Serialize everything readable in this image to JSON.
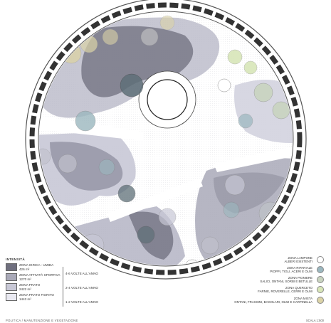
{
  "legend": {
    "title": "INTENSITÀ",
    "zones": [
      {
        "name": "ZONA IGRICA - UMIDA",
        "area": "426 m²",
        "color": "#6f6f7e"
      },
      {
        "name": "ZONA ATTIVITÀ SPORTIVA",
        "area": "1270 m²",
        "color": "#a9a9b8"
      },
      {
        "name": "ZONA PRATO",
        "area": "2422 m²",
        "color": "#c8c8d6"
      },
      {
        "name": "ZONA PRATO FIORITO",
        "area": "1443 m²",
        "color": "#e9e9f1"
      }
    ],
    "frequencies": [
      "4-6 VOLTE ALL'ANNO",
      "2-4 VOLTE ALL'ANNO",
      "1-2 VOLTE ALL'ANNO"
    ]
  },
  "tree_legend": [
    {
      "line1": "ZONA LAMPONE",
      "line2": "ALBERI ESISTENTI",
      "color": "#ffffff"
    },
    {
      "line1": "ZONA RIPARIALE",
      "line2": "PIOPPI, TIGLI, ACERI E OLMI",
      "color": "#9bb7bf"
    },
    {
      "line1": "ZONA PIONIERE",
      "line2": "SALICI, ONTANI, SORBI E BETULLE",
      "color": "#c9d4c0"
    },
    {
      "line1": "ZONA QUERCETO",
      "line2": "FARNIE, ROVERELLE, CERRI E OLMI",
      "color": "#d8e6b8"
    },
    {
      "line1": "ZONA MISTA",
      "line2": "ONTANI, FRASSINI, BAGOLARI, OLMI E CARPINELLA",
      "color": "#dbd3a7"
    }
  ],
  "bottom_title": "POLITICA / MANUTENZIONE E VEGETAZIONE",
  "scale": "SCALA 1:500"
}
